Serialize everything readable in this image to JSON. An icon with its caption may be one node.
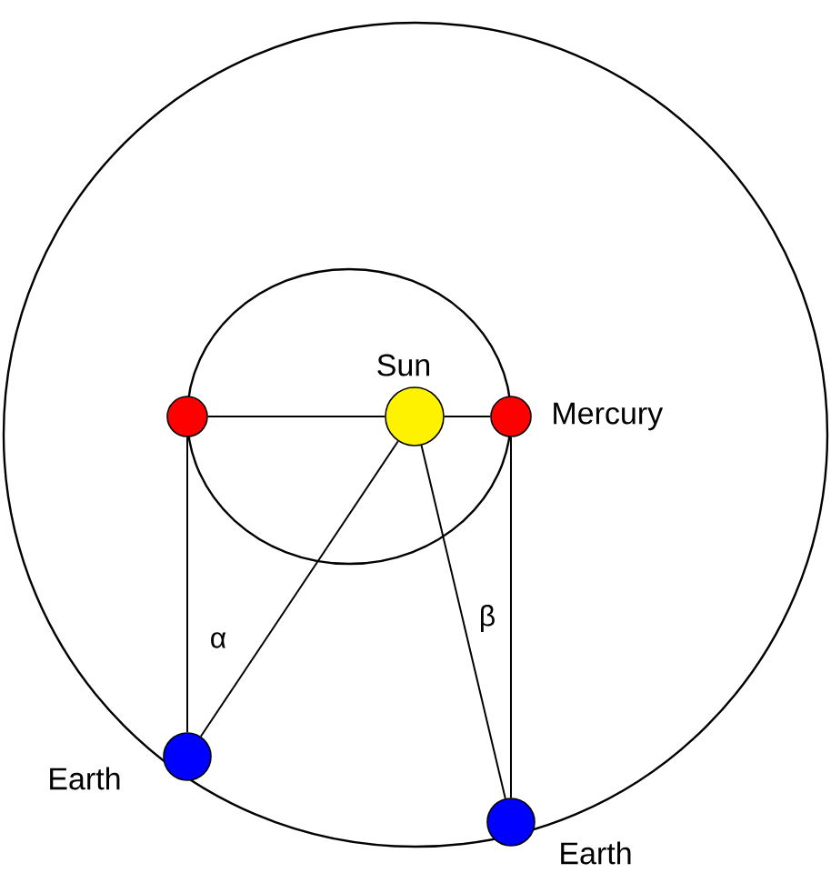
{
  "diagram": {
    "nodes": [
      {
        "text": [],
        "shape": "circle",
        "beside": [
          "Sun"
        ]
      },
      {
        "text": [],
        "shape": "circle"
      },
      {
        "text": [],
        "shape": "circle",
        "beside": [
          "Mercury"
        ]
      },
      {
        "text": [],
        "shape": "circle",
        "beside": [
          "Earth"
        ]
      },
      {
        "text": [],
        "shape": "circle",
        "beside": [
          "Earth"
        ]
      }
    ],
    "edges": [
      {
        "from": 1,
        "to": 0,
        "arrow": "none"
      },
      {
        "from": 0,
        "to": 2,
        "arrow": "none"
      },
      {
        "from": 1,
        "to": 3,
        "arrow": "none"
      },
      {
        "from": 0,
        "to": 3,
        "arrow": "none"
      },
      {
        "from": 0,
        "to": 4,
        "arrow": "none"
      },
      {
        "from": 2,
        "to": 4,
        "arrow": "none"
      }
    ],
    "labels": [
      "α",
      "β"
    ]
  }
}
